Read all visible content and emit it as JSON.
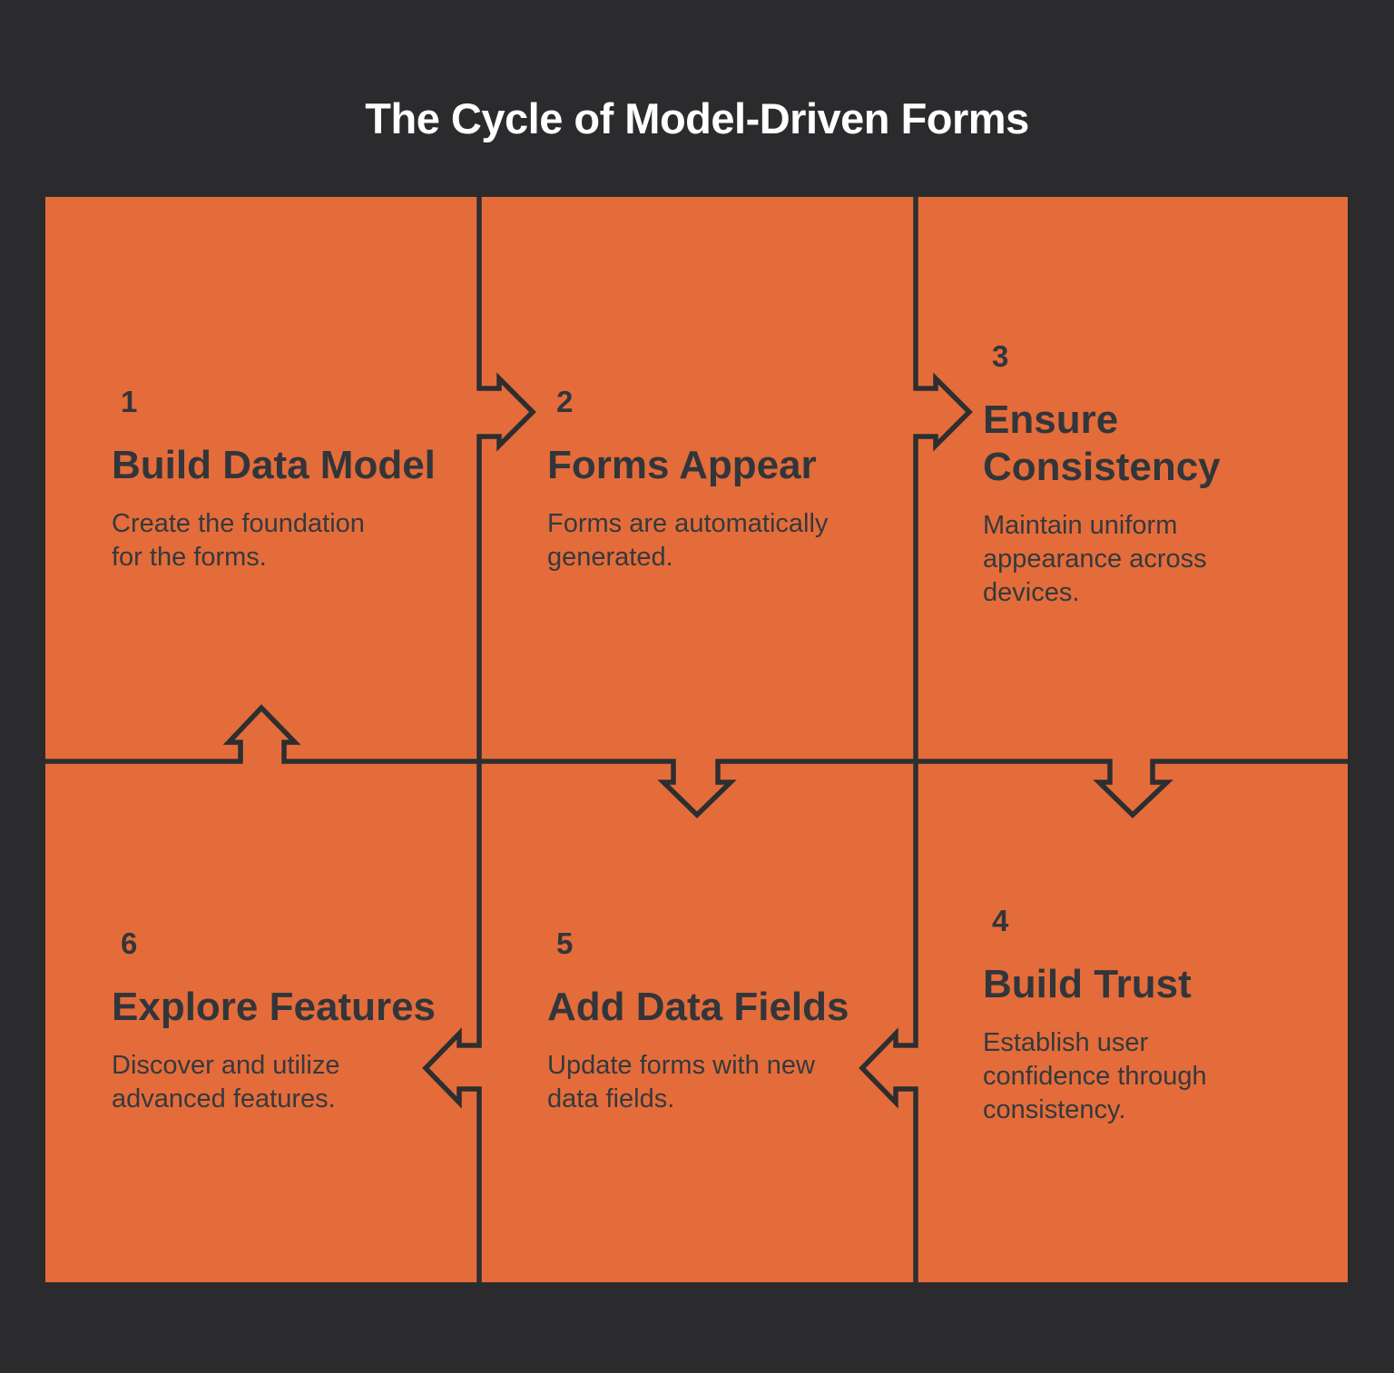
{
  "title": "The Cycle of Model-Driven Forms",
  "colors": {
    "background": "#2B2B2D",
    "panel": "#E46C3A",
    "stroke": "#2D2E30",
    "text_dark": "#32363A",
    "title_text": "#FFFFFF"
  },
  "steps": [
    {
      "number": "1",
      "title": "Build Data Model",
      "description": "Create the foundation\nfor the forms."
    },
    {
      "number": "2",
      "title": "Forms Appear",
      "description": "Forms are automatically\ngenerated."
    },
    {
      "number": "3",
      "title": "Ensure\nConsistency",
      "description": "Maintain uniform\nappearance across\ndevices."
    },
    {
      "number": "4",
      "title": "Build Trust",
      "description": "Establish user\nconfidence through\nconsistency."
    },
    {
      "number": "5",
      "title": "Add Data Fields",
      "description": "Update forms with new\ndata fields."
    },
    {
      "number": "6",
      "title": "Explore Features",
      "description": "Discover and utilize\nadvanced features."
    }
  ],
  "arrows": [
    {
      "label": "1 to 2",
      "direction": "right"
    },
    {
      "label": "2 to 3",
      "direction": "right"
    },
    {
      "label": "2 to 5",
      "direction": "down"
    },
    {
      "label": "3 to 4",
      "direction": "down"
    },
    {
      "label": "4 to 5",
      "direction": "left"
    },
    {
      "label": "5 to 6",
      "direction": "left"
    },
    {
      "label": "6 to 1",
      "direction": "up"
    }
  ]
}
